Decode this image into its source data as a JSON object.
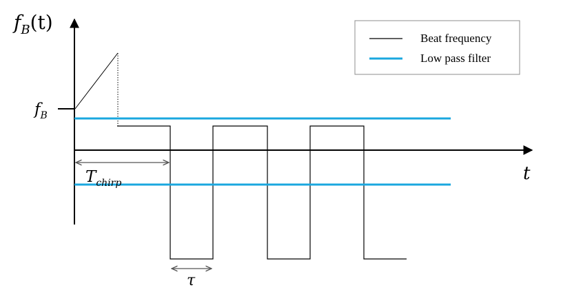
{
  "y_axis_label": {
    "main": "f",
    "sub": "B",
    "suffix": "(t)"
  },
  "x_axis_label": "t",
  "y_tick_label": {
    "main": "f",
    "sub": "B"
  },
  "t_chirp_label": {
    "main": "T",
    "sub": "chirp"
  },
  "tau_label": "τ",
  "legend": {
    "beat": "Beat frequency",
    "lpf": "Low pass filter"
  },
  "colors": {
    "axis": "#000000",
    "beat": "#000000",
    "lpf": "#1aa7df",
    "arrow": "#555555",
    "legend_border": "#8c8c8c"
  }
}
